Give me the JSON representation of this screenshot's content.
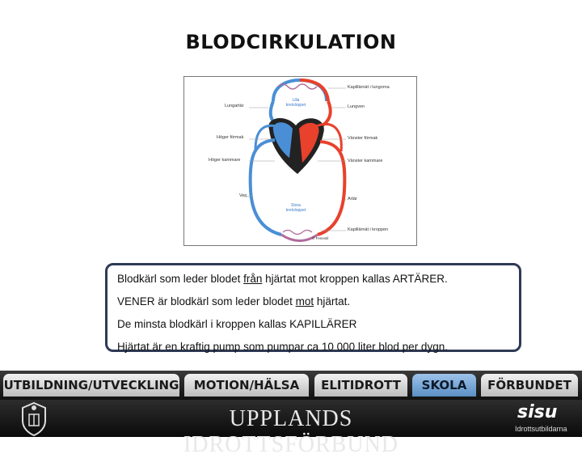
{
  "slide": {
    "title": "BLODCIRKULATION"
  },
  "diagram": {
    "labels_left": [
      "Lungartär",
      "Höger förmak",
      "Höger kammare",
      "Ven"
    ],
    "labels_right": [
      "Kapillärnät i lungorna",
      "Lungven",
      "Vänster förmak",
      "Vänster kammare",
      "Artär",
      "Kapillärnät i kroppen"
    ],
    "lilla": [
      "Lilla",
      "kretsloppet"
    ],
    "stora": [
      "Stora",
      "kretsloppet"
    ],
    "credit": "© Fenestil"
  },
  "textbox": {
    "line1_a": "Blodkärl som leder blodet ",
    "line1_u": "från",
    "line1_b": " hjärtat mot kroppen kallas ARTÄRER.",
    "line2_a": "VENER är blodkärl som leder blodet ",
    "line2_u": "mot",
    "line2_b": " hjärtat.",
    "line3": "De minsta blodkärl i kroppen kallas  KAPILLÄRER",
    "line4": "Hjärtat är en kraftig pump som pumpar ca 10 000 liter blod per dygn."
  },
  "nav": {
    "tabs": [
      {
        "label": "UTBILDNING/UTVECKLING"
      },
      {
        "label": "MOTION/HÄLSA"
      },
      {
        "label": "ELITIDROTT"
      },
      {
        "label": "SKOLA"
      },
      {
        "label": "FÖRBUNDET"
      }
    ],
    "active": "SKOLA"
  },
  "footer": {
    "org_name": "UPPLANDS IDROTTSFÖRBUND",
    "sisu_logo": "sisu",
    "sisu_sub": "Idrottsutbildarna"
  },
  "colors": {
    "artery": "#e8412c",
    "vein": "#4a8fd6",
    "active_tab": "#5b8fc4"
  }
}
